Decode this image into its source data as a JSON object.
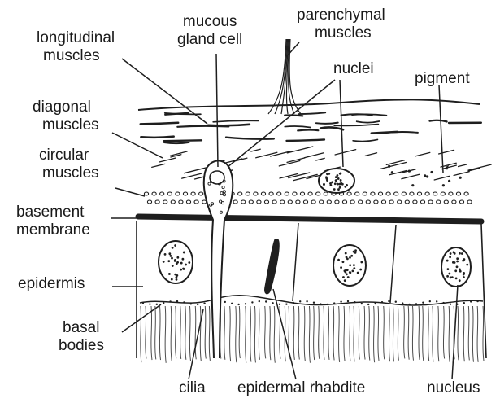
{
  "labels": {
    "longitudinal_muscles": [
      "longitudinal",
      "muscles"
    ],
    "mucous_gland_cell": [
      "mucous",
      "gland cell"
    ],
    "parenchymal_muscles": [
      "parenchymal",
      "muscles"
    ],
    "nuclei": "nuclei",
    "pigment": "pigment",
    "diagonal_muscles": [
      "diagonal",
      "muscles"
    ],
    "circular_muscles": [
      "circular",
      "muscles"
    ],
    "basement_membrane": [
      "basement",
      "membrane"
    ],
    "epidermis": "epidermis",
    "basal_bodies": [
      "basal",
      "bodies"
    ],
    "cilia": "cilia",
    "epidermal_rhabdite": "epidermal rhabdite",
    "nucleus": "nucleus"
  }
}
